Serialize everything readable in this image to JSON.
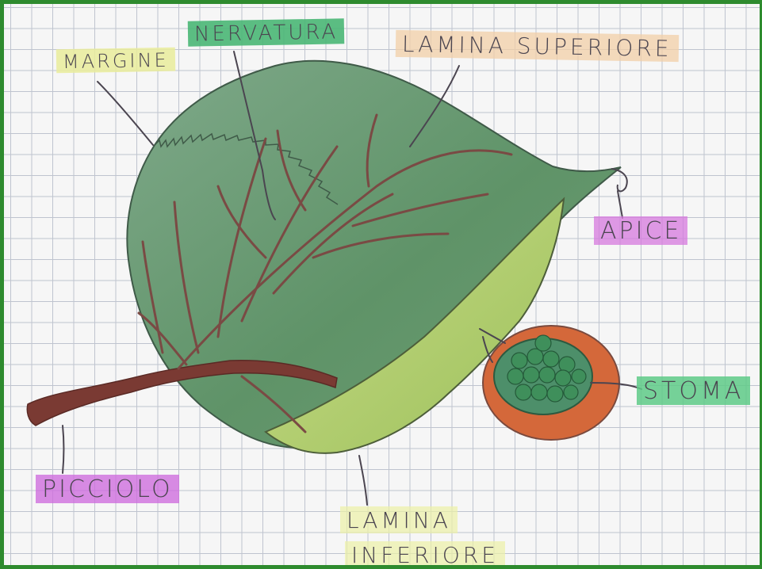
{
  "labels": {
    "margine": "MARGINE",
    "nervatura": "NERVATURA",
    "lamina_superiore": "LAMINA SUPERIORE",
    "apice": "APICE",
    "stoma": "STOMA",
    "picciolo": "PICCIOLO",
    "lamina_inferiore_line1": "LAMINA",
    "lamina_inferiore_line2": "INFERIORE"
  },
  "colors": {
    "border": "#2e8b2e",
    "leaf_upper": "#6f9f76",
    "leaf_lower": "#b5cf6e",
    "veins": "#7a4a44",
    "petiole": "#7a3a33",
    "stoma_ring": "#d4683a",
    "stoma_cells": "#3f8f5b",
    "pencil": "#4b4550"
  }
}
